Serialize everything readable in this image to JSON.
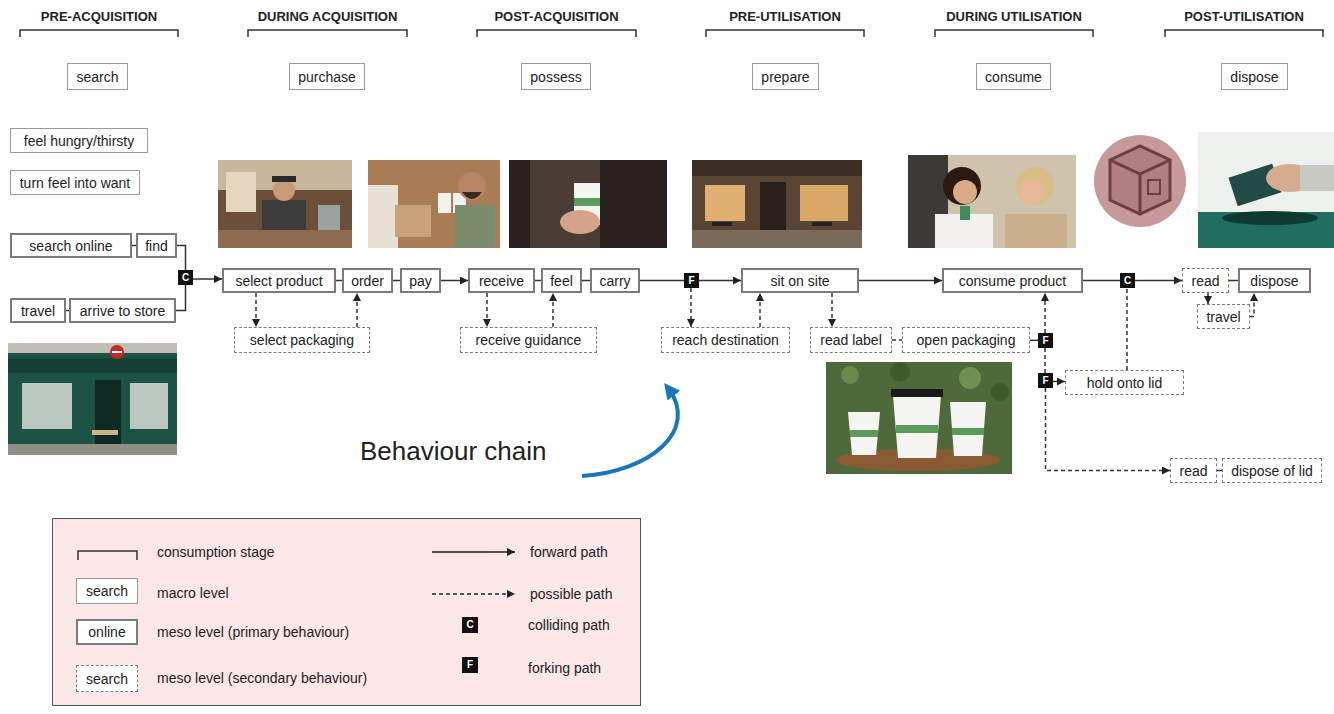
{
  "diagram": {
    "nodes": [
      {
        "text": [
          "search"
        ]
      },
      {
        "text": [
          "purchase"
        ]
      },
      {
        "text": [
          "possess"
        ]
      },
      {
        "text": [
          "prepare"
        ]
      },
      {
        "text": [
          "consume"
        ]
      },
      {
        "text": [
          "dispose"
        ]
      },
      {
        "text": [
          "feel hungry/thirsty"
        ]
      },
      {
        "text": [
          "turn feel into want"
        ]
      },
      {
        "text": [
          "search online"
        ]
      },
      {
        "text": [
          "find"
        ]
      },
      {
        "text": [
          "C"
        ]
      },
      {
        "text": [
          "travel"
        ]
      },
      {
        "text": [
          "arrive to store"
        ]
      },
      {
        "text": [
          "select product"
        ]
      },
      {
        "text": [
          "order"
        ]
      },
      {
        "text": [
          "pay"
        ]
      },
      {
        "text": [
          "receive"
        ]
      },
      {
        "text": [
          "feel"
        ]
      },
      {
        "text": [
          "carry"
        ]
      },
      {
        "text": [
          "F"
        ]
      },
      {
        "text": [
          "sit on site"
        ]
      },
      {
        "text": [
          "consume product"
        ]
      },
      {
        "text": [
          "C"
        ]
      },
      {
        "text": [
          "read"
        ]
      },
      {
        "text": [
          "dispose"
        ]
      },
      {
        "text": [
          "select packaging"
        ]
      },
      {
        "text": [
          "receive guidance"
        ]
      },
      {
        "text": [
          "reach destination"
        ]
      },
      {
        "text": [
          "read label"
        ]
      },
      {
        "text": [
          "open packaging"
        ]
      },
      {
        "text": [
          "F"
        ]
      },
      {
        "text": [
          "travel"
        ]
      },
      {
        "text": [
          "F"
        ]
      },
      {
        "text": [
          "hold onto lid"
        ]
      },
      {
        "text": [
          "read"
        ]
      },
      {
        "text": [
          "dispose of lid"
        ]
      }
    ],
    "edges": [
      {
        "from": 8,
        "to": 9,
        "arrow": "none"
      },
      {
        "from": 9,
        "to": 10,
        "arrow": "none"
      },
      {
        "from": 11,
        "to": 12,
        "arrow": "none"
      },
      {
        "from": 12,
        "to": 10,
        "arrow": "none"
      },
      {
        "from": 10,
        "to": 13,
        "arrow": "to"
      },
      {
        "from": 13,
        "to": 14,
        "arrow": "none"
      },
      {
        "from": 14,
        "to": 15,
        "arrow": "none"
      },
      {
        "from": 15,
        "to": 16,
        "arrow": "to"
      },
      {
        "from": 16,
        "to": 17,
        "arrow": "none"
      },
      {
        "from": 17,
        "to": 18,
        "arrow": "none"
      },
      {
        "from": 18,
        "to": 19,
        "arrow": "none"
      },
      {
        "from": 19,
        "to": 20,
        "arrow": "to"
      },
      {
        "from": 20,
        "to": 21,
        "arrow": "to"
      },
      {
        "from": 21,
        "to": 22,
        "arrow": "none"
      },
      {
        "from": 22,
        "to": 23,
        "arrow": "to"
      },
      {
        "from": 23,
        "to": 24,
        "arrow": "none"
      },
      {
        "from": 13,
        "to": 25,
        "arrow": "to"
      },
      {
        "from": 25,
        "to": 14,
        "arrow": "to"
      },
      {
        "from": 16,
        "to": 26,
        "arrow": "to"
      },
      {
        "from": 26,
        "to": 17,
        "arrow": "to"
      },
      {
        "from": 19,
        "to": 27,
        "arrow": "to"
      },
      {
        "from": 27,
        "to": 20,
        "arrow": "to"
      },
      {
        "from": 20,
        "to": 28,
        "arrow": "to"
      },
      {
        "from": 28,
        "to": 29,
        "arrow": "none"
      },
      {
        "from": 29,
        "to": 30,
        "arrow": "none"
      },
      {
        "from": 30,
        "to": 21,
        "arrow": "to"
      },
      {
        "from": 30,
        "to": 32,
        "arrow": "none"
      },
      {
        "from": 32,
        "to": 33,
        "arrow": "to"
      },
      {
        "from": 32,
        "to": 34,
        "arrow": "to"
      },
      {
        "from": 34,
        "to": 35,
        "arrow": "none"
      },
      {
        "from": 33,
        "to": 22,
        "arrow": "none"
      },
      {
        "from": 23,
        "to": 31,
        "arrow": "to"
      },
      {
        "from": 31,
        "to": 24,
        "arrow": "to"
      }
    ],
    "labels": [
      "PRE-ACQUISITION",
      "DURING ACQUISITION",
      "POST-ACQUISITION",
      "PRE-UTILISATION",
      "DURING UTILISATION",
      "POST-UTILISATION",
      "Behaviour chain",
      "search",
      "online",
      "search",
      "C",
      "F"
    ],
    "legend": [
      {
        "text": "consumption stage"
      },
      {
        "text": "macro level"
      },
      {
        "text": "meso level (primary behaviour)"
      },
      {
        "text": "meso level (secondary behaviour)"
      },
      {
        "text": "forward path"
      },
      {
        "text": "possible path"
      },
      {
        "text": "colliding path"
      },
      {
        "text": "forking path"
      }
    ]
  }
}
